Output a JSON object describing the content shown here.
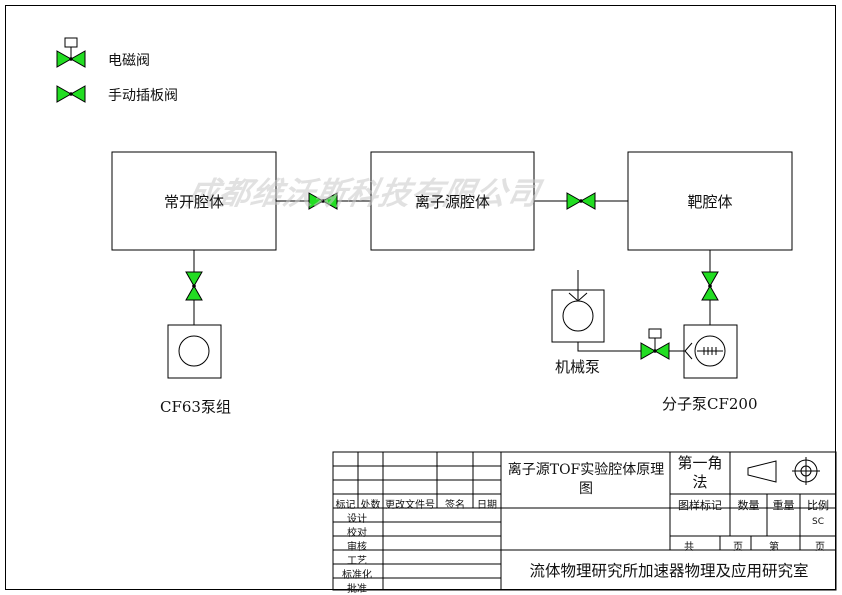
{
  "legend": {
    "solenoid_valve": "电磁阀",
    "manual_gate_valve": "手动插板阀"
  },
  "chambers": {
    "normally_open": "常开腔体",
    "ion_source": "离子源腔体",
    "target": "靶腔体"
  },
  "pumps": {
    "cf63_group": "CF63泵组",
    "mechanical": "机械泵",
    "molecular": "分子泵CF200"
  },
  "watermark": "成都维沃斯科技有限公司",
  "title_block": {
    "drawing_title": "离子源TOF实验腔体原理图",
    "projection": "第一角法",
    "revision_headers": [
      "标记",
      "处数",
      "更改文件号",
      "签名",
      "日期"
    ],
    "roles": [
      "设计",
      "校对",
      "审核",
      "工艺",
      "标准化",
      "批准"
    ],
    "attr_headers": [
      "图样标记",
      "数量",
      "重量",
      "比例"
    ],
    "scale": "SC",
    "sheet_total_label": "共",
    "sheet_unit_label": "页",
    "sheet_no_label": "第",
    "sheet_unit_label2": "页",
    "organization": "流体物理研究所加速器物理及应用研究室"
  },
  "colors": {
    "valve_fill": "#22dd22",
    "line": "#000000"
  }
}
